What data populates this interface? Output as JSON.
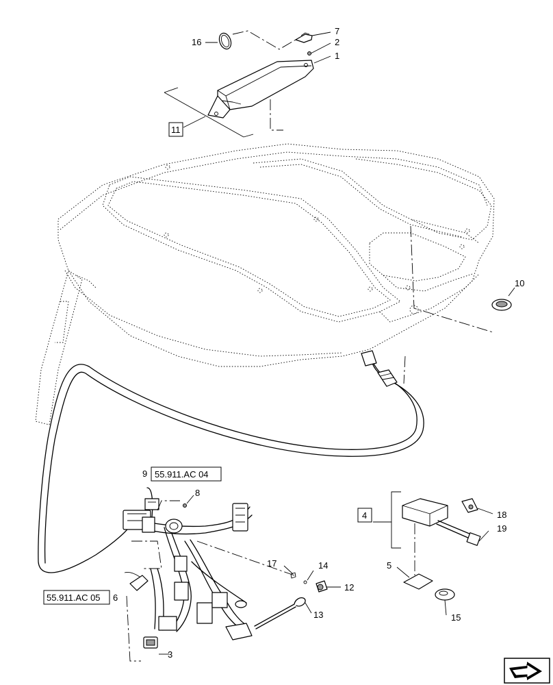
{
  "diagram": {
    "callouts": [
      "1",
      "2",
      "3",
      "4",
      "5",
      "6",
      "7",
      "8",
      "9",
      "10",
      "11",
      "12",
      "13",
      "14",
      "15",
      "16",
      "17",
      "18",
      "19"
    ],
    "references": [
      "55.911.AC 04",
      "55.911.AC 05"
    ],
    "nav_icon": "page-navigation-arrow-icon"
  }
}
